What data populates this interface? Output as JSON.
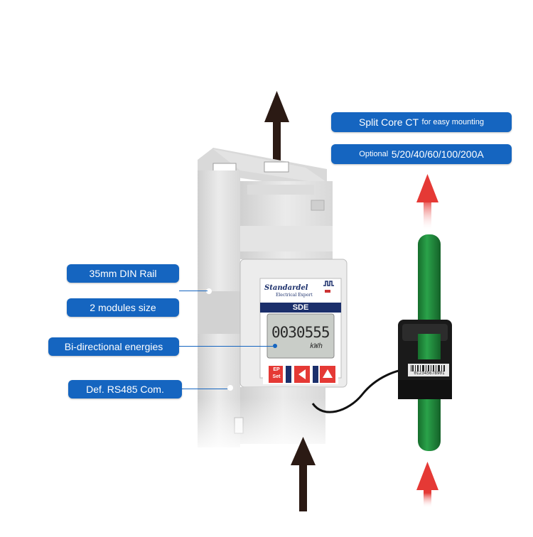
{
  "labels": {
    "split_core_main": "Split Core CT",
    "split_core_sub": "for easy mounting",
    "optional_prefix": "Optional",
    "optional_values": "5/20/40/60/100/200A",
    "din_rail": "35mm DIN Rail",
    "modules": "2 modules size",
    "bidirectional": "Bi-directional energies",
    "rs485": "Def. RS485 Com."
  },
  "meter": {
    "brand": "Standardel",
    "brand_sub": "Electrical Export",
    "model": "SDE",
    "reading": "0030555",
    "unit": "kWh",
    "btn_ep": "EP",
    "btn_set": "Set"
  },
  "ct_barcode": "012345678901",
  "colors": {
    "label_blue": "#1565c0",
    "cable_green": "#1e8c3a",
    "arrow_red": "#e53935",
    "arrow_dark": "#2b1a14",
    "meter_body": "#e6e6e6",
    "lcd": "#c9cdc8"
  }
}
